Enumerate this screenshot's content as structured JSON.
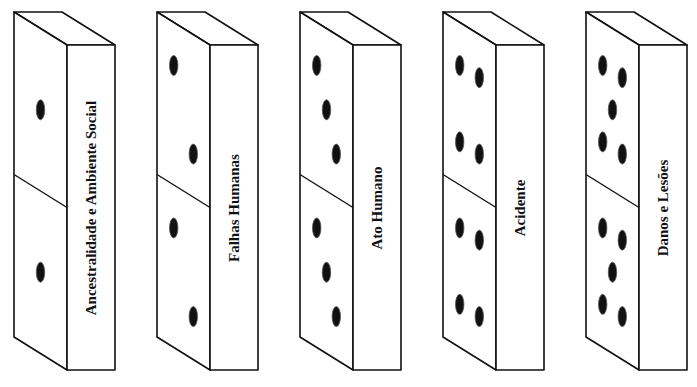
{
  "diagram": {
    "nodes": [
      {
        "text": [
          "Ancestralidade e Ambiente Social"
        ]
      },
      {
        "text": [
          "Falhas Humanas"
        ]
      },
      {
        "text": [
          "Ato Humano"
        ]
      },
      {
        "text": [
          "Acidente"
        ]
      },
      {
        "text": [
          "Danos e Lesões"
        ]
      }
    ]
  }
}
